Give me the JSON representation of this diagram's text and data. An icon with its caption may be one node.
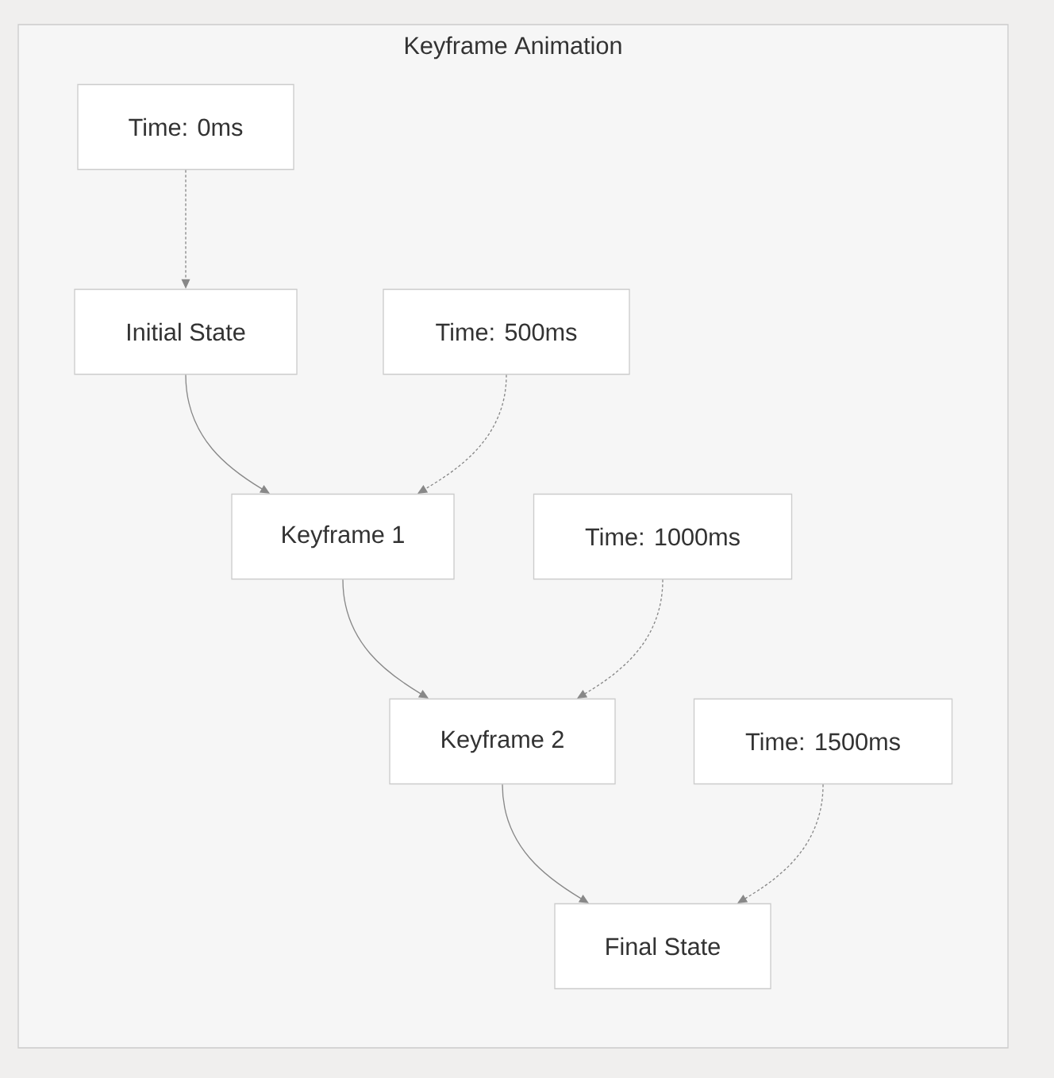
{
  "diagram": {
    "nodes": [
      {
        "text": [
          "Keyframe Animation"
        ]
      },
      {
        "text": [
          "Time: 0ms"
        ],
        "in": 0
      },
      {
        "text": [
          "Initial State"
        ],
        "in": 0
      },
      {
        "text": [
          "Time: 500ms"
        ],
        "in": 0
      },
      {
        "text": [
          "Keyframe 1"
        ],
        "in": 0
      },
      {
        "text": [
          "Time: 1000ms"
        ],
        "in": 0
      },
      {
        "text": [
          "Keyframe 2"
        ],
        "in": 0
      },
      {
        "text": [
          "Time: 1500ms"
        ],
        "in": 0
      },
      {
        "text": [
          "Final State"
        ],
        "in": 0
      }
    ],
    "edges": [
      {
        "from": 1,
        "to": 2,
        "arrow": "to",
        "style": "dashed"
      },
      {
        "from": 2,
        "to": 4,
        "arrow": "to"
      },
      {
        "from": 3,
        "to": 4,
        "arrow": "to",
        "style": "dashed"
      },
      {
        "from": 4,
        "to": 6,
        "arrow": "to"
      },
      {
        "from": 5,
        "to": 6,
        "arrow": "to",
        "style": "dashed"
      },
      {
        "from": 6,
        "to": 8,
        "arrow": "to"
      },
      {
        "from": 7,
        "to": 8,
        "arrow": "to",
        "style": "dashed"
      }
    ]
  }
}
